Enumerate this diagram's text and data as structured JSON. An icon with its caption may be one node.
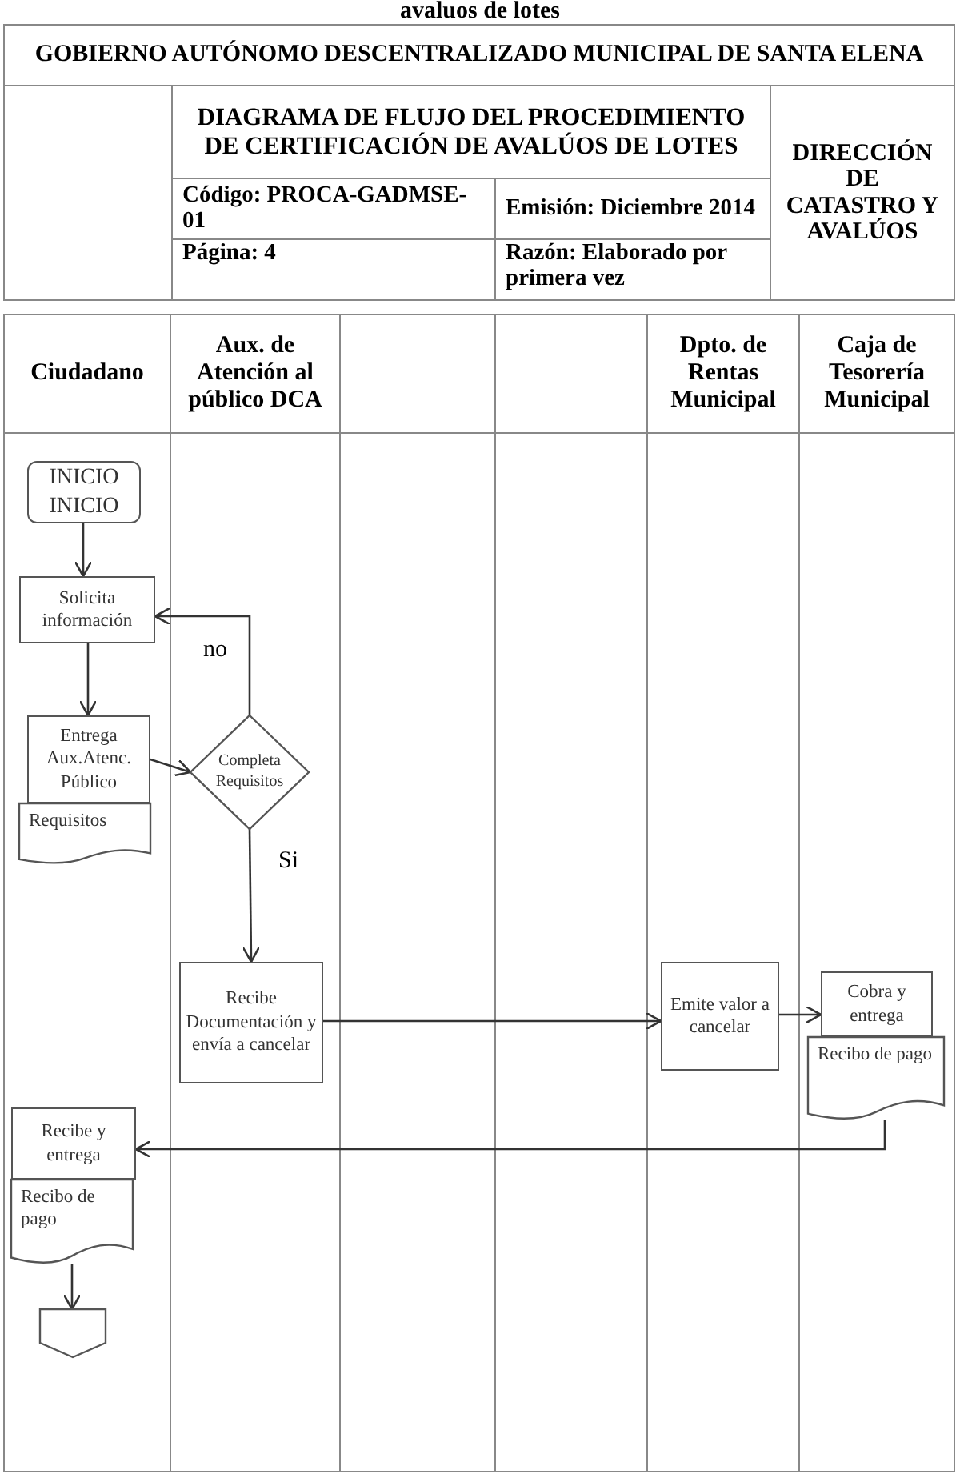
{
  "diagram": {
    "title": "avaluos de lotes",
    "nodes": [
      {
        "text": [
          "INICIO INICIO"
        ]
      },
      {
        "text": [
          "Solicita información"
        ]
      },
      {
        "text": [
          "Entrega Aux.Atenc. Público"
        ]
      },
      {
        "text": [
          "Requisitos"
        ]
      },
      {
        "text": [
          "Completa Requisitos"
        ]
      },
      {
        "text": [
          "Recibe Documentación y envía a cancelar"
        ]
      },
      {
        "text": [
          "Emite valor a cancelar"
        ]
      },
      {
        "text": [
          "Cobra y entrega"
        ]
      },
      {
        "text": [
          "Recibo de pago"
        ]
      },
      {
        "text": [
          "Recibe y entrega"
        ]
      },
      {
        "text": [
          "Recibo de pago"
        ]
      },
      {
        "text": [],
        "shape": "pentagon"
      }
    ],
    "edges": [
      {
        "from": 0,
        "to": 1,
        "arrow": "to"
      },
      {
        "from": 1,
        "to": 2,
        "arrow": "to"
      },
      {
        "from": 2,
        "to": 4,
        "arrow": "to"
      },
      {
        "from": 4,
        "to": 1,
        "arrow": "to",
        "label": "no"
      },
      {
        "from": 4,
        "to": 5,
        "arrow": "to",
        "label": "Si"
      },
      {
        "from": 5,
        "to": 6,
        "arrow": "to"
      },
      {
        "from": 6,
        "to": 7,
        "arrow": "to"
      },
      {
        "from": 8,
        "to": 9,
        "arrow": "to"
      },
      {
        "from": 10,
        "to": 11,
        "arrow": "to"
      }
    ],
    "labels": [
      "GOBIERNO AUTÓNOMO DESCENTRALIZADO MUNICIPAL DE SANTA ELENA",
      "DIAGRAMA DE FLUJO DEL PROCEDIMIENTO DE CERTIFICACIÓN DE AVALÚOS DE LOTES",
      "DIRECCIÓN DE CATASTRO Y AVALÚOS",
      "Código: PROCA-GADMSE-01",
      "Emisión: Diciembre 2014",
      "Página: 4",
      "Razón: Elaborado por primera vez",
      "Ciudadano",
      "Aux. de Atención al público DCA",
      "Dpto. de Rentas Municipal",
      "Caja de Tesorería Municipal"
    ]
  }
}
